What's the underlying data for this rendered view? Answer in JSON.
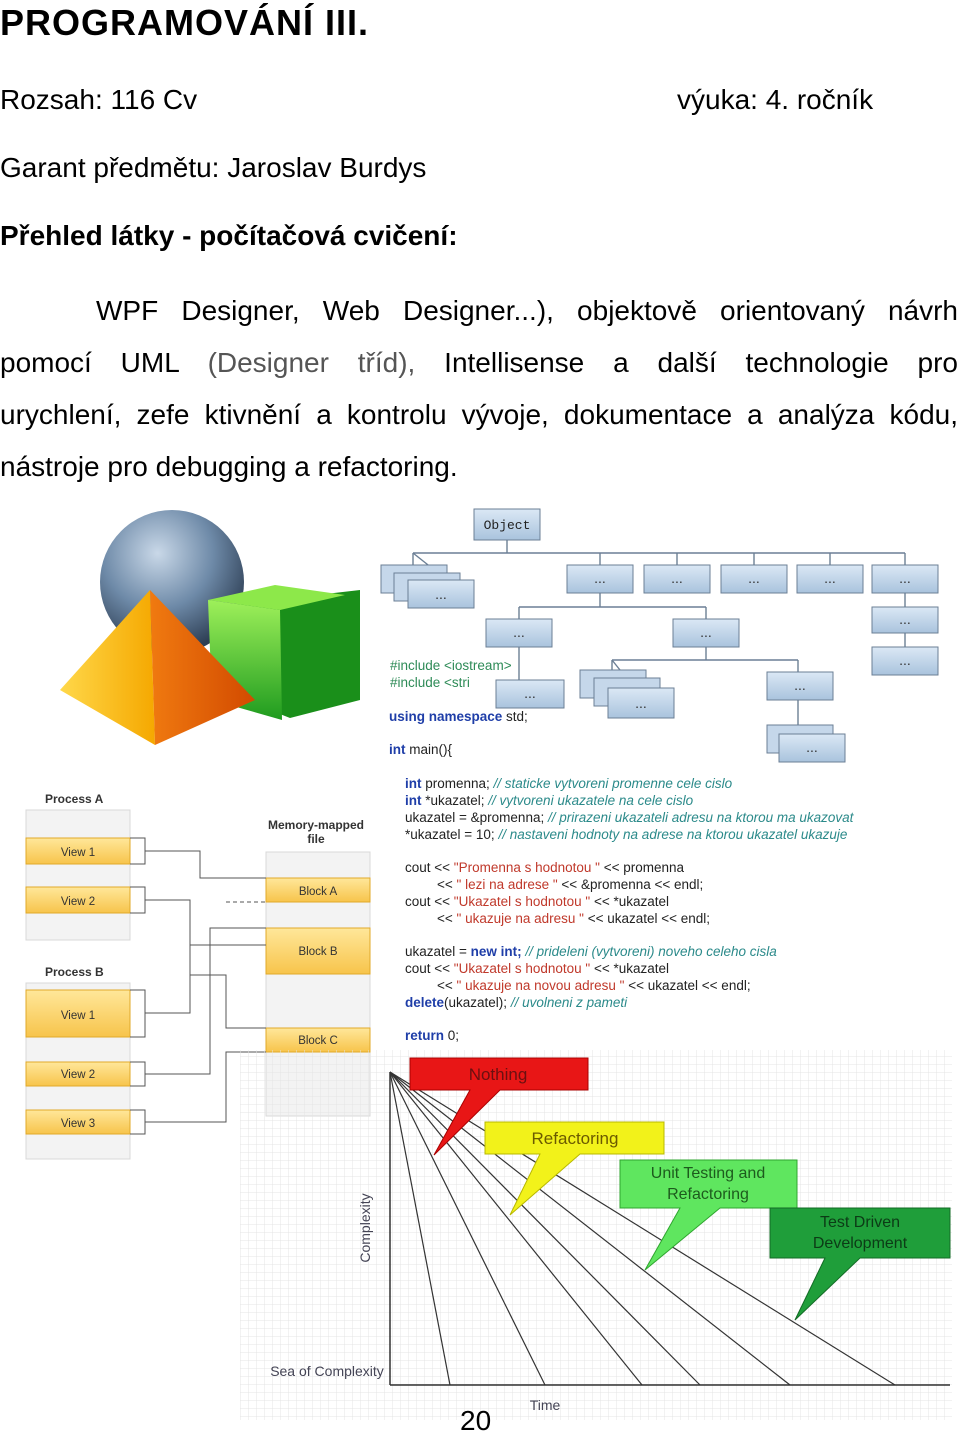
{
  "heading": "PROGRAMOVÁNÍ III.",
  "meta": {
    "scope": "Rozsah: 116 Cv",
    "year": "výuka: 4. ročník",
    "guarantor": "Garant předmětu: Jaroslav Burdys",
    "overview": "Přehled látky - počítačová cvičení:"
  },
  "paragraph": {
    "line1": "WPF Designer, Web Designer...), objektově orientovaný návrh",
    "line2a": "pomocí UML ",
    "line2b": "(Designer tříd),",
    "line2c": " Intellisense a další technologie pro",
    "line3": "urychlení, zefe ktivnění a kontrolu vývoje, dokumentace a analýza kódu,",
    "line4": "nástroje pro debugging a refactoring."
  },
  "class_diagram": {
    "root": "Object",
    "node": "..."
  },
  "memory_diagram": {
    "process_a": "Process A",
    "process_b": "Process B",
    "file_title_1": "Memory-mapped",
    "file_title_2": "file",
    "view1": "View 1",
    "view2": "View 2",
    "view3": "View 3",
    "block_a": "Block A",
    "block_b": "Block B",
    "block_c": "Block C"
  },
  "code": {
    "l1a": "#include <iostream>",
    "l2a": "#include <stri",
    "l3_kw": "using namespace",
    "l3_rest": " std;",
    "l4_kw": "int",
    "l4_rest": " main(){",
    "l5_kw": "int",
    "l5_rest": " promenna; ",
    "l5_cm": "// staticke vytvoreni promenne cele cislo",
    "l6_kw": "int",
    "l6_rest": " *ukazatel; ",
    "l6_cm": "// vytvoreni ukazatele na cele cislo",
    "l7_rest": "ukazatel = &promenna; ",
    "l7_cm": "// prirazeni ukazateli adresu na ktorou ma ukazovat",
    "l8_rest": "*ukazatel = 10; ",
    "l8_cm": "// nastaveni hodnoty na adrese na ktorou ukazatel ukazuje",
    "l9_a": "cout << ",
    "l9_s": "\"Promenna s hodnotou \"",
    "l9_b": " << promenna",
    "l10_a": "<< ",
    "l10_s": "\" lezi na adrese \"",
    "l10_b": " << &promenna << endl;",
    "l11_a": "cout << ",
    "l11_s": "\"Ukazatel s hodnotou \"",
    "l11_b": " << *ukazatel",
    "l12_a": "<< ",
    "l12_s": "\" ukazuje na adresu \"",
    "l12_b": " << ukazatel << endl;",
    "l13_a": "ukazatel = ",
    "l13_kw": "new int;",
    "l13_cm": " // prideleni (vytvoreni) noveho celeho cisla",
    "l14_a": "cout << ",
    "l14_s": "\"Ukazatel s hodnotou \"",
    "l14_b": " << *ukazatel",
    "l15_a": "<< ",
    "l15_s": "\" ukazuje na novou adresu \"",
    "l15_b": " << ukazatel << endl;",
    "l16_kw": "delete",
    "l16_a": "(ukazatel); ",
    "l16_cm": "// uvolneni z pameti",
    "l17_kw": "return",
    "l17_a": " 0;"
  },
  "complexity_chart": {
    "nothing": "Nothing",
    "refactoring": "Refactoring",
    "unit_testing_1": "Unit Testing and",
    "unit_testing_2": "Refactoring",
    "tdd_1": "Test Driven",
    "tdd_2": "Development",
    "y_axis": "Complexity",
    "x_axis": "Time",
    "sea": "Sea of Complexity",
    "colors": {
      "nothing": "#e81616",
      "refactoring": "#f2f21a",
      "unit": "#5fe65f",
      "tdd": "#1f9e3a"
    }
  },
  "page_number": "20"
}
